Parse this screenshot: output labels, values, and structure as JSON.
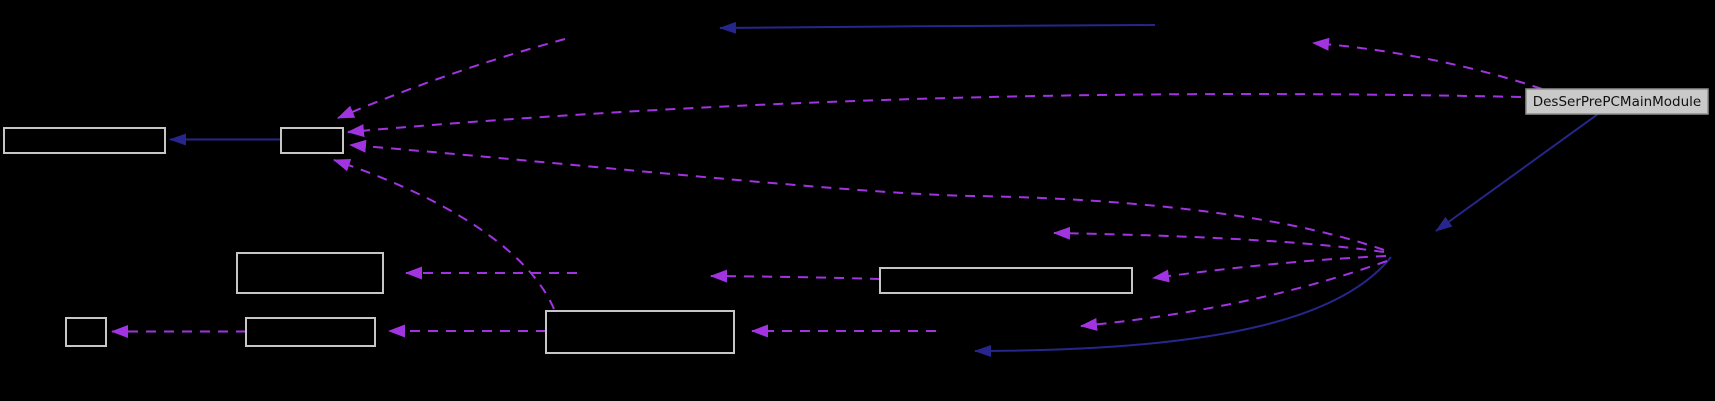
{
  "diagram": {
    "kind": "collaboration-dependency-graph",
    "main_node": {
      "label": "DesSerPrePCMainModule"
    },
    "unlabeled_node_count": 7,
    "nodes": [
      {
        "id": "node-top-left",
        "label": ""
      },
      {
        "id": "node-hub",
        "label": ""
      },
      {
        "id": "node-mid-left-upper",
        "label": ""
      },
      {
        "id": "node-small-left",
        "label": ""
      },
      {
        "id": "node-mid-left-lower",
        "label": ""
      },
      {
        "id": "node-central",
        "label": ""
      },
      {
        "id": "node-right-middle",
        "label": ""
      },
      {
        "id": "node-main",
        "label": "DesSerPrePCMainModule"
      }
    ],
    "edges": [
      {
        "from": "node-hub",
        "to": "node-top-left",
        "style": "solid"
      },
      {
        "from": "offscreen-right",
        "to": "offscreen-left-arrow",
        "style": "solid"
      },
      {
        "from": "node-main",
        "to": "junction-right",
        "style": "solid"
      },
      {
        "from": "junction-right",
        "to": "offscreen-bottom-arrow",
        "style": "solid"
      },
      {
        "from": "offscreen-top",
        "to": "node-hub",
        "style": "dashed"
      },
      {
        "from": "node-main",
        "to": "node-hub",
        "style": "dashed"
      },
      {
        "from": "junction-right",
        "to": "node-hub",
        "style": "dashed"
      },
      {
        "from": "node-central",
        "to": "node-hub",
        "style": "dashed"
      },
      {
        "from": "offscreen-mid",
        "to": "node-mid-left-upper",
        "style": "dashed"
      },
      {
        "from": "node-right-middle",
        "to": "hidden-node-center",
        "style": "dashed"
      },
      {
        "from": "node-central",
        "to": "node-mid-left-lower",
        "style": "dashed"
      },
      {
        "from": "node-mid-left-lower",
        "to": "node-small-left",
        "style": "dashed"
      },
      {
        "from": "offscreen-mid-right",
        "to": "node-central",
        "style": "dashed"
      },
      {
        "from": "junction-right",
        "to": "hidden-node-right-upper",
        "style": "dashed"
      },
      {
        "from": "junction-right",
        "to": "node-right-middle",
        "style": "dashed"
      },
      {
        "from": "junction-right",
        "to": "hidden-node-right-lower",
        "style": "dashed"
      },
      {
        "from": "node-main",
        "to": "hidden-node-top-right",
        "style": "dashed"
      }
    ]
  },
  "colors": {
    "background": "#000000",
    "edge-solid": "#26268c",
    "edge-dashed": "#a134e0",
    "node-border": "#c6c6c6",
    "node-fill": "#000000",
    "main-node-fill": "#c9c9c9",
    "main-node-border": "#8f8f8f",
    "main-node-text": "#111111"
  }
}
